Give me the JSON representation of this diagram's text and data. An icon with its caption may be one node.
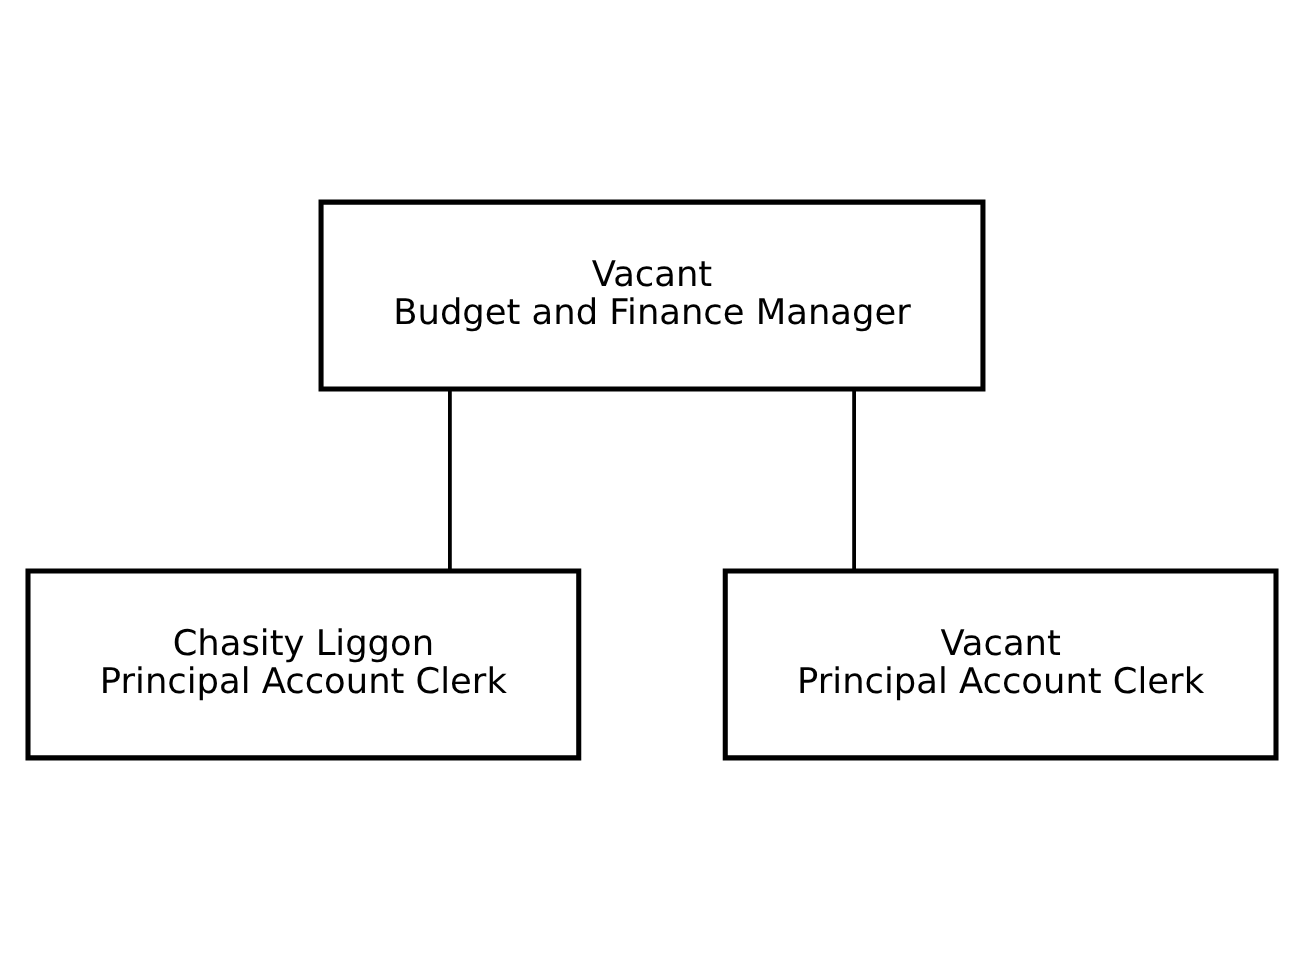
{
  "diagram": {
    "nodes": [
      {
        "text": [
          "Vacant",
          "Budget and Finance Manager"
        ]
      },
      {
        "text": [
          "Chasity Liggon",
          "Principal Account Clerk"
        ]
      },
      {
        "text": [
          "Vacant",
          "Principal Account Clerk"
        ]
      }
    ],
    "edges": [
      {
        "from": 0,
        "to": 1,
        "arrow": "none"
      },
      {
        "from": 0,
        "to": 2,
        "arrow": "none"
      }
    ]
  }
}
